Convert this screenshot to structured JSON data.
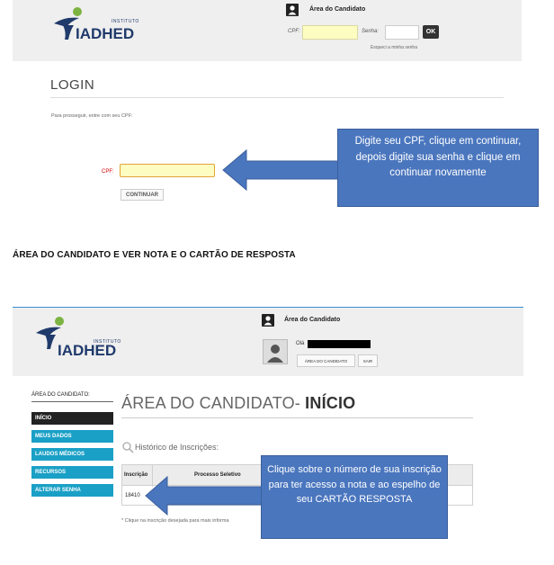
{
  "top_header": {
    "logo_institute": "INSTITUTO",
    "logo_name": "IADHED",
    "area_title": "Área do Candidato",
    "cpf_label": "CPF:",
    "senha_label": "Senha:",
    "ok_label": "OK",
    "forgot_link": "Esqueci a minha senha"
  },
  "login": {
    "title": "LOGIN",
    "hint": "Para prosseguir, entre com seu CPF:",
    "cpf_label": "CPF:",
    "cpf_value": "",
    "continue_label": "CONTINUAR"
  },
  "callout1": "Digite seu CPF,  clique em continuar, depois digite sua senha e clique em continuar novamente",
  "section_heading": "ÁREA DO CANDIDATO E VER NOTA E O CARTÃO DE RESPOSTA",
  "candidate_header": {
    "logo_institute": "INSTITUTO",
    "logo_name": "IADHED",
    "area_title": "Área do Candidato",
    "greeting": "Olá",
    "area_button": "ÁREA DO CANDIDATO",
    "exit_button": "SAIR"
  },
  "sidebar": {
    "title": "ÁREA DO CANDIDATO:",
    "items": [
      {
        "label": "INÍCIO",
        "active": true
      },
      {
        "label": "MEUS DADOS",
        "active": false
      },
      {
        "label": "LAUDOS MÉDICOS",
        "active": false
      },
      {
        "label": "RECURSOS",
        "active": false
      },
      {
        "label": "ALTERAR SENHA",
        "active": false
      }
    ]
  },
  "main": {
    "title_prefix": "ÁREA DO CANDIDATO- ",
    "title_bold": "INÍCIO",
    "history_label": "Histórico de Inscrições:",
    "table": {
      "headers": [
        "Inscrição",
        "Processo Seletivo"
      ],
      "rows": [
        [
          "18410",
          ""
        ]
      ]
    },
    "footnote": "* Clique na inscrição desejada para mais informa"
  },
  "callout2": "Clique sobre o número de sua inscrição para ter acesso a nota e ao espelho de seu CARTÃO RESPOSTA",
  "colors": {
    "callout_fill": "#4a76be",
    "sidebar_item": "#1aa0c6",
    "sidebar_active": "#222222",
    "logo_text": "#1f3a6b",
    "logo_swoosh": "#7cb342"
  }
}
